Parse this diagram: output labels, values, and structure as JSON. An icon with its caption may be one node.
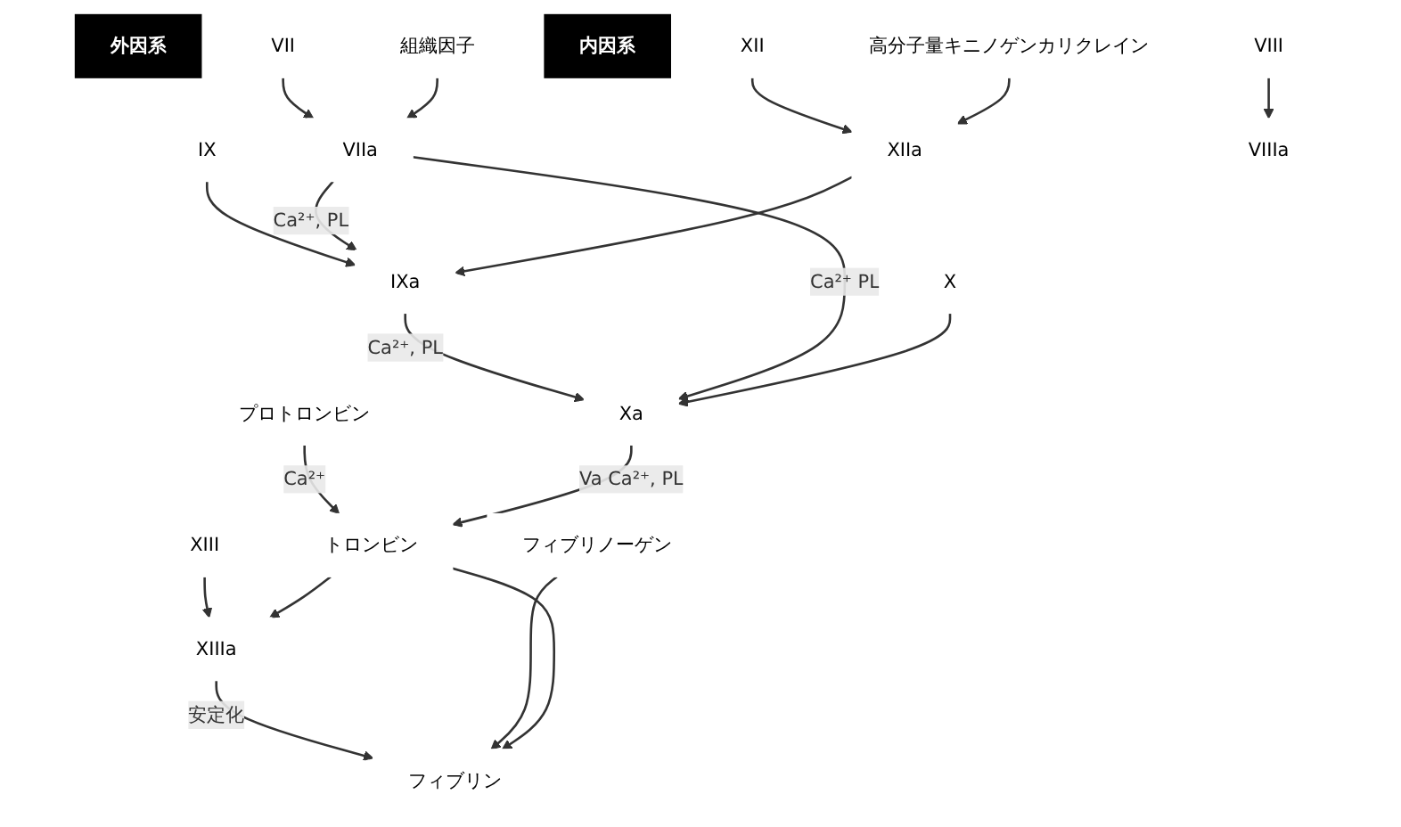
{
  "diagram": {
    "nodes": [
      {
        "text": [
          "外因系"
        ]
      },
      {
        "text": [
          "組織因子"
        ]
      },
      {
        "text": [
          "VII"
        ]
      },
      {
        "text": [
          "VIIa"
        ]
      },
      {
        "text": [
          "IX"
        ]
      },
      {
        "text": [
          "IXa"
        ]
      },
      {
        "text": [
          "VIII"
        ]
      },
      {
        "text": [
          "VIIIa"
        ]
      },
      {
        "text": [
          "X"
        ]
      },
      {
        "text": [
          "Xa"
        ]
      },
      {
        "text": [
          "XII"
        ]
      },
      {
        "text": [
          "XIIa"
        ]
      },
      {
        "text": [
          "内因系"
        ]
      },
      {
        "text": [
          "高分子量キニノゲンカリクレイン"
        ]
      },
      {
        "text": [
          "プロトロンビン"
        ]
      },
      {
        "text": [
          "トロンビン"
        ]
      },
      {
        "text": [
          "XIII"
        ]
      },
      {
        "text": [
          "XIIIa"
        ]
      },
      {
        "text": [
          "フィブリノーゲン"
        ]
      },
      {
        "text": [
          "フィブリン"
        ]
      }
    ],
    "edges": [
      {
        "from": 2,
        "to": 3,
        "arrow": "to"
      },
      {
        "from": 1,
        "to": 3,
        "arrow": "to"
      },
      {
        "from": 4,
        "to": 5,
        "arrow": "to"
      },
      {
        "from": 3,
        "to": 5,
        "arrow": "to",
        "label": "Ca²⁺, PL"
      },
      {
        "from": 11,
        "to": 5,
        "arrow": "to"
      },
      {
        "from": 6,
        "to": 7,
        "arrow": "to"
      },
      {
        "from": 5,
        "to": 9,
        "arrow": "to",
        "label": "Ca²⁺, PL"
      },
      {
        "from": 3,
        "to": 9,
        "arrow": "to",
        "label": "Ca²⁺ PL"
      },
      {
        "from": 8,
        "to": 9,
        "arrow": "to"
      },
      {
        "from": 10,
        "to": 11,
        "arrow": "to"
      },
      {
        "from": 13,
        "to": 11,
        "arrow": "to"
      },
      {
        "from": 14,
        "to": 15,
        "arrow": "to",
        "label": "Ca²⁺"
      },
      {
        "from": 9,
        "to": 15,
        "arrow": "to",
        "label": "Va Ca²⁺, PL"
      },
      {
        "from": 16,
        "to": 17,
        "arrow": "to"
      },
      {
        "from": 15,
        "to": 17,
        "arrow": "to"
      },
      {
        "from": 17,
        "to": 19,
        "arrow": "to",
        "label": "安定化"
      },
      {
        "from": 18,
        "to": 19,
        "arrow": "to"
      },
      {
        "from": 15,
        "to": 19,
        "arrow": "to"
      }
    ]
  }
}
